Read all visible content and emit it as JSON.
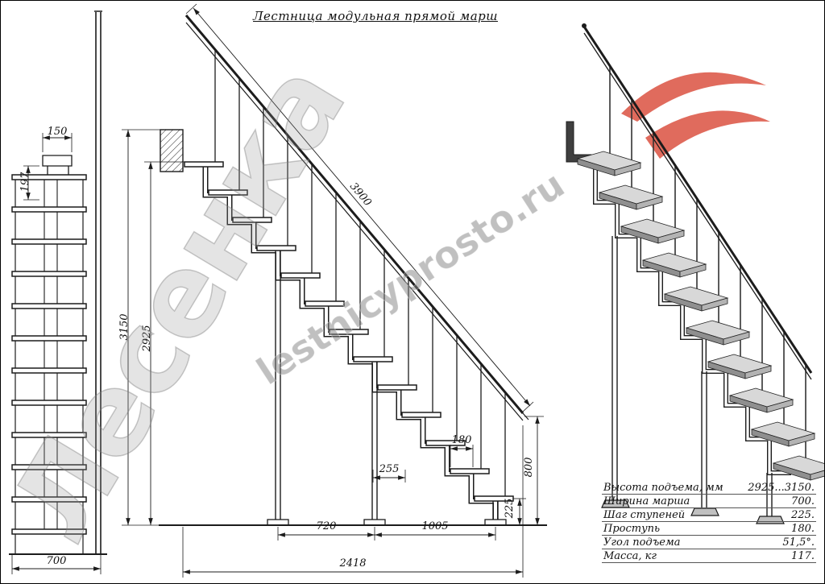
{
  "title": "Лестница модульная прямой марш",
  "watermark": {
    "name": "Лесенка",
    "site": "lestnicyprosto.ru"
  },
  "dims": {
    "front_width_top": "150",
    "front_rise": "197",
    "front_width": "700",
    "rail_length": "3900",
    "height_max": "3150",
    "height": "2925",
    "tread_depth": "180",
    "module_length": "255",
    "bottom_rise": "225",
    "rail_end_height": "800",
    "span_a": "720",
    "span_b": "1005",
    "total_run": "2418"
  },
  "specs": {
    "rows": [
      {
        "label": "Высота подъема, мм",
        "value": "2925...3150."
      },
      {
        "label": "Ширина марша",
        "value": "700."
      },
      {
        "label": "Шаг ступеней",
        "value": "225."
      },
      {
        "label": "Проступь",
        "value": "180."
      },
      {
        "label": "Угол подъема",
        "value": "51,5°."
      },
      {
        "label": "Масса, кг",
        "value": "117."
      }
    ]
  },
  "colors": {
    "logo_red": "#dc5747",
    "line": "#1c1c1c",
    "watermark_gray": "#8f8f8f"
  }
}
